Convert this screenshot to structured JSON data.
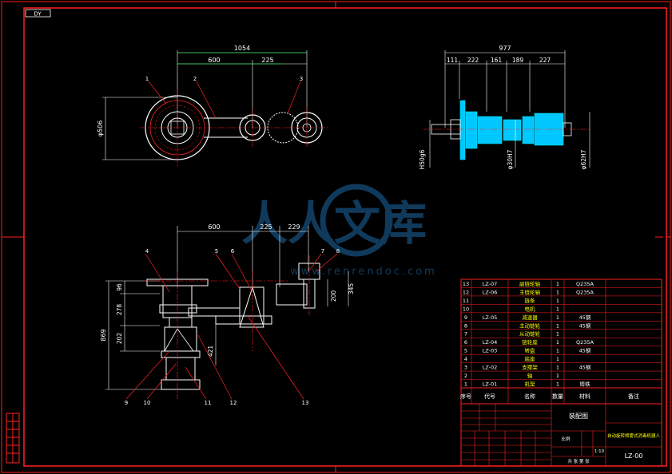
{
  "sheet": {
    "stamp": "DY",
    "watermark_text": "人人文库",
    "watermark_url": "www.renrendoc.com"
  },
  "top_view": {
    "dims": {
      "overall": "1054",
      "a": "600",
      "b": "225",
      "diameter": "φ506"
    },
    "callouts": [
      "1",
      "2",
      "3"
    ]
  },
  "side_view": {
    "dims": {
      "overall": "977",
      "a": "111",
      "b": "222",
      "c": "161",
      "d": "189",
      "e": "227"
    },
    "fits": [
      "H50g6",
      "φ30H7",
      "φ62H7"
    ]
  },
  "front_view": {
    "dims": {
      "a": "600",
      "b": "225",
      "c": "229",
      "h96": "96",
      "h278": "278",
      "h202": "202",
      "h869": "869",
      "h421": "421",
      "h200": "200",
      "h345": "345"
    },
    "callouts": [
      "4",
      "5",
      "6",
      "7",
      "8",
      "9",
      "10",
      "11",
      "12",
      "13"
    ]
  },
  "bom": {
    "rows": [
      {
        "no": "13",
        "code": "LZ-07",
        "name": "副链轮轴",
        "qty": "1",
        "mat": "Q235A"
      },
      {
        "no": "12",
        "code": "LZ-06",
        "name": "主链轮轴",
        "qty": "1",
        "mat": "Q235A"
      },
      {
        "no": "11",
        "code": "",
        "name": "链条",
        "qty": "1",
        "mat": ""
      },
      {
        "no": "10",
        "code": "",
        "name": "电机",
        "qty": "1",
        "mat": ""
      },
      {
        "no": "9",
        "code": "LZ-05",
        "name": "减速器",
        "qty": "1",
        "mat": "45钢"
      },
      {
        "no": "8",
        "code": "",
        "name": "主动链轮",
        "qty": "1",
        "mat": "45钢"
      },
      {
        "no": "7",
        "code": "",
        "name": "从动链轮",
        "qty": "1",
        "mat": ""
      },
      {
        "no": "6",
        "code": "LZ-04",
        "name": "链轮座",
        "qty": "1",
        "mat": "Q235A"
      },
      {
        "no": "5",
        "code": "LZ-03",
        "name": "转盘",
        "qty": "1",
        "mat": "45钢"
      },
      {
        "no": "4",
        "code": "",
        "name": "底座",
        "qty": "1",
        "mat": ""
      },
      {
        "no": "3",
        "code": "LZ-02",
        "name": "支撑架",
        "qty": "1",
        "mat": "45钢"
      },
      {
        "no": "2",
        "code": "",
        "name": "轴",
        "qty": "1",
        "mat": ""
      },
      {
        "no": "1",
        "code": "LZ-01",
        "name": "机架",
        "qty": "1",
        "mat": "铸铁"
      }
    ],
    "header": {
      "no": "序号",
      "code": "代号",
      "name": "名称",
      "qty": "数量",
      "mat": "材料",
      "remark": "备注"
    }
  },
  "title_block": {
    "drawing_title": "装配图",
    "product_name": "自动旋转喷雾式消毒机器人",
    "drawing_no": "LZ-00",
    "scale_label": "比例",
    "scale": "1:10",
    "sheet_label": "共 张 第 张"
  }
}
